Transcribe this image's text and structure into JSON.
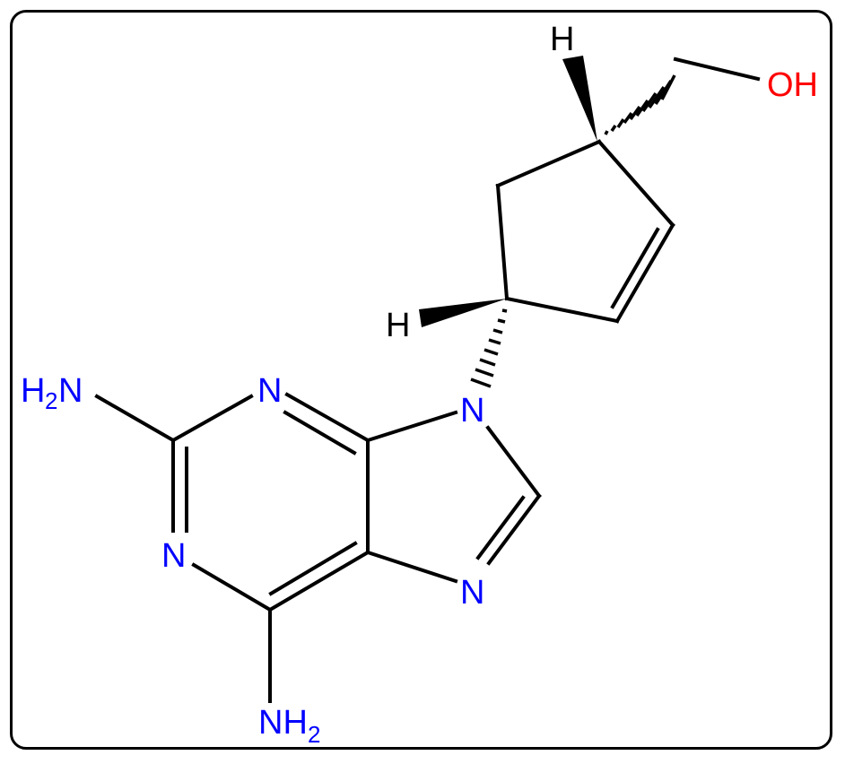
{
  "diagram": {
    "type": "chemical-structure",
    "title": "",
    "colors": {
      "carbon_bonds": "#000000",
      "nitrogen": "#0000ff",
      "oxygen": "#ff0000",
      "hydrogen": "#000000"
    },
    "atoms": {
      "h_top": "H",
      "oh": "OH",
      "h_mid": "H",
      "n9": "N",
      "n3": "N",
      "n1": "N",
      "n7": "N",
      "nh2_left_h": "H",
      "nh2_left_sub": "2",
      "nh2_left_n": "N",
      "nh2_bottom_nh": "NH",
      "nh2_bottom_sub": "2"
    },
    "bonds": [
      {
        "from": "C4'",
        "to": "H",
        "style": "wedge"
      },
      {
        "from": "C4'",
        "to": "CH2OH",
        "style": "hash"
      },
      {
        "from": "C1'",
        "to": "H",
        "style": "wedge"
      },
      {
        "from": "C1'",
        "to": "N9",
        "style": "hash"
      },
      {
        "from": "C2'",
        "to": "C3'",
        "style": "double"
      },
      {
        "from": "C8",
        "to": "N7",
        "style": "double"
      },
      {
        "from": "C4",
        "to": "N3",
        "style": "double"
      },
      {
        "from": "C2",
        "to": "N1",
        "style": "double"
      },
      {
        "from": "C5",
        "to": "C6",
        "style": "double"
      }
    ]
  }
}
